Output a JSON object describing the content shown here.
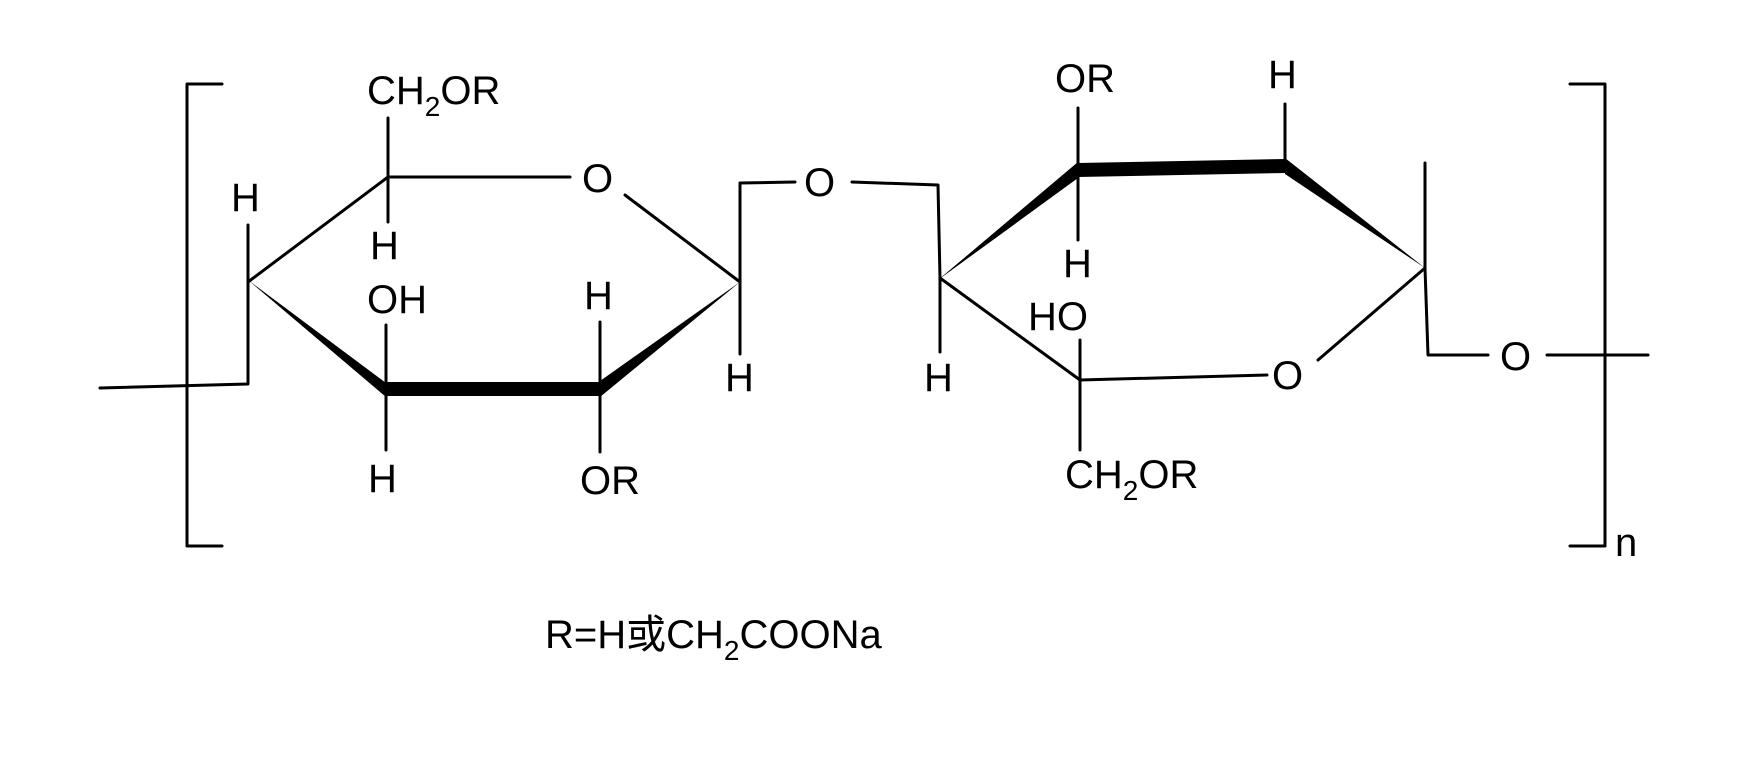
{
  "diagram": {
    "background": "#ffffff",
    "ink": "#000000",
    "labels": {
      "ring1_top_sub": {
        "main": "CH",
        "sub": "2",
        "tail": "OR"
      },
      "ring1_h_left": "H",
      "ring1_h_c5": "H",
      "ring1_ring_o": "O",
      "ring1_oh": "OH",
      "ring1_h_c2_top": "H",
      "ring1_h_c1": "H",
      "ring1_h_c3": "H",
      "ring1_or": "OR",
      "bridge_o": "O",
      "ring2_or_top": "OR",
      "ring2_h_top": "H",
      "ring2_h_c3": "H",
      "ring2_ho": "HO",
      "ring2_h_c1": "H",
      "ring2_ring_o": "O",
      "ring2_bottom_sub": {
        "main": "CH",
        "sub": "2",
        "tail": "OR"
      },
      "chain_o": "O",
      "repeat_n": "n"
    },
    "substituent_note": {
      "prefix": "R=H或CH",
      "sub": "2",
      "suffix": "COONa"
    }
  }
}
